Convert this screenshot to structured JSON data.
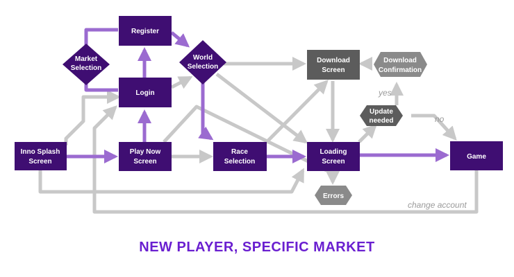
{
  "title": "NEW PLAYER, SPECIFIC MARKET",
  "colors": {
    "node_purple": "#3f0e72",
    "node_dark_gray": "#5c5c5c",
    "node_gray": "#8a8a8a",
    "arrow_purple": "#9b6bd0",
    "arrow_gray": "#c8c8c8",
    "label_gray": "#9a9a9a",
    "title_purple": "#6a1fd0"
  },
  "nodes": {
    "inno_splash": [
      "Inno Splash",
      "Screen"
    ],
    "play_now": [
      "Play Now",
      "Screen"
    ],
    "login": [
      "Login"
    ],
    "register": [
      "Register"
    ],
    "market_selection": [
      "Market",
      "Selection"
    ],
    "world_selection": [
      "World",
      "Selection"
    ],
    "race_selection": [
      "Race",
      "Selection"
    ],
    "download_screen": [
      "Download",
      "Screen"
    ],
    "download_confirmation": [
      "Download",
      "Confirmation"
    ],
    "update_needed": [
      "Update",
      "needed"
    ],
    "loading_screen": [
      "Loading",
      "Screen"
    ],
    "errors": [
      "Errors"
    ],
    "game": [
      "Game"
    ]
  },
  "edge_labels": {
    "yes": "yes",
    "no": "no",
    "change_account": "change account"
  }
}
